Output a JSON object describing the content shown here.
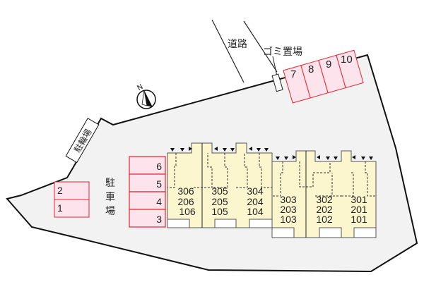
{
  "labels": {
    "road": "道路",
    "garbage": "ゴミ置場",
    "bicycle_parking": "駐輪場",
    "parking_c1": "駐",
    "parking_c2": "車",
    "parking_c3": "場",
    "north": "N"
  },
  "parking": {
    "left": [
      "2",
      "1"
    ],
    "middle": [
      "6",
      "5",
      "4",
      "3"
    ],
    "top": [
      "7",
      "8",
      "9",
      "10"
    ]
  },
  "units": [
    {
      "floor3": "306",
      "floor2": "206",
      "floor1": "106"
    },
    {
      "floor3": "305",
      "floor2": "205",
      "floor1": "105"
    },
    {
      "floor3": "304",
      "floor2": "204",
      "floor1": "104"
    },
    {
      "floor3": "303",
      "floor2": "203",
      "floor1": "103"
    },
    {
      "floor3": "302",
      "floor2": "202",
      "floor1": "102"
    },
    {
      "floor3": "301",
      "floor2": "201",
      "floor1": "101"
    }
  ],
  "colors": {
    "site_fill": "#f2f2f2",
    "parking_fill": "#fde3ec",
    "parking_stroke": "#e8252f",
    "building_fill": "#fcf6cf",
    "outline": "#111111"
  }
}
